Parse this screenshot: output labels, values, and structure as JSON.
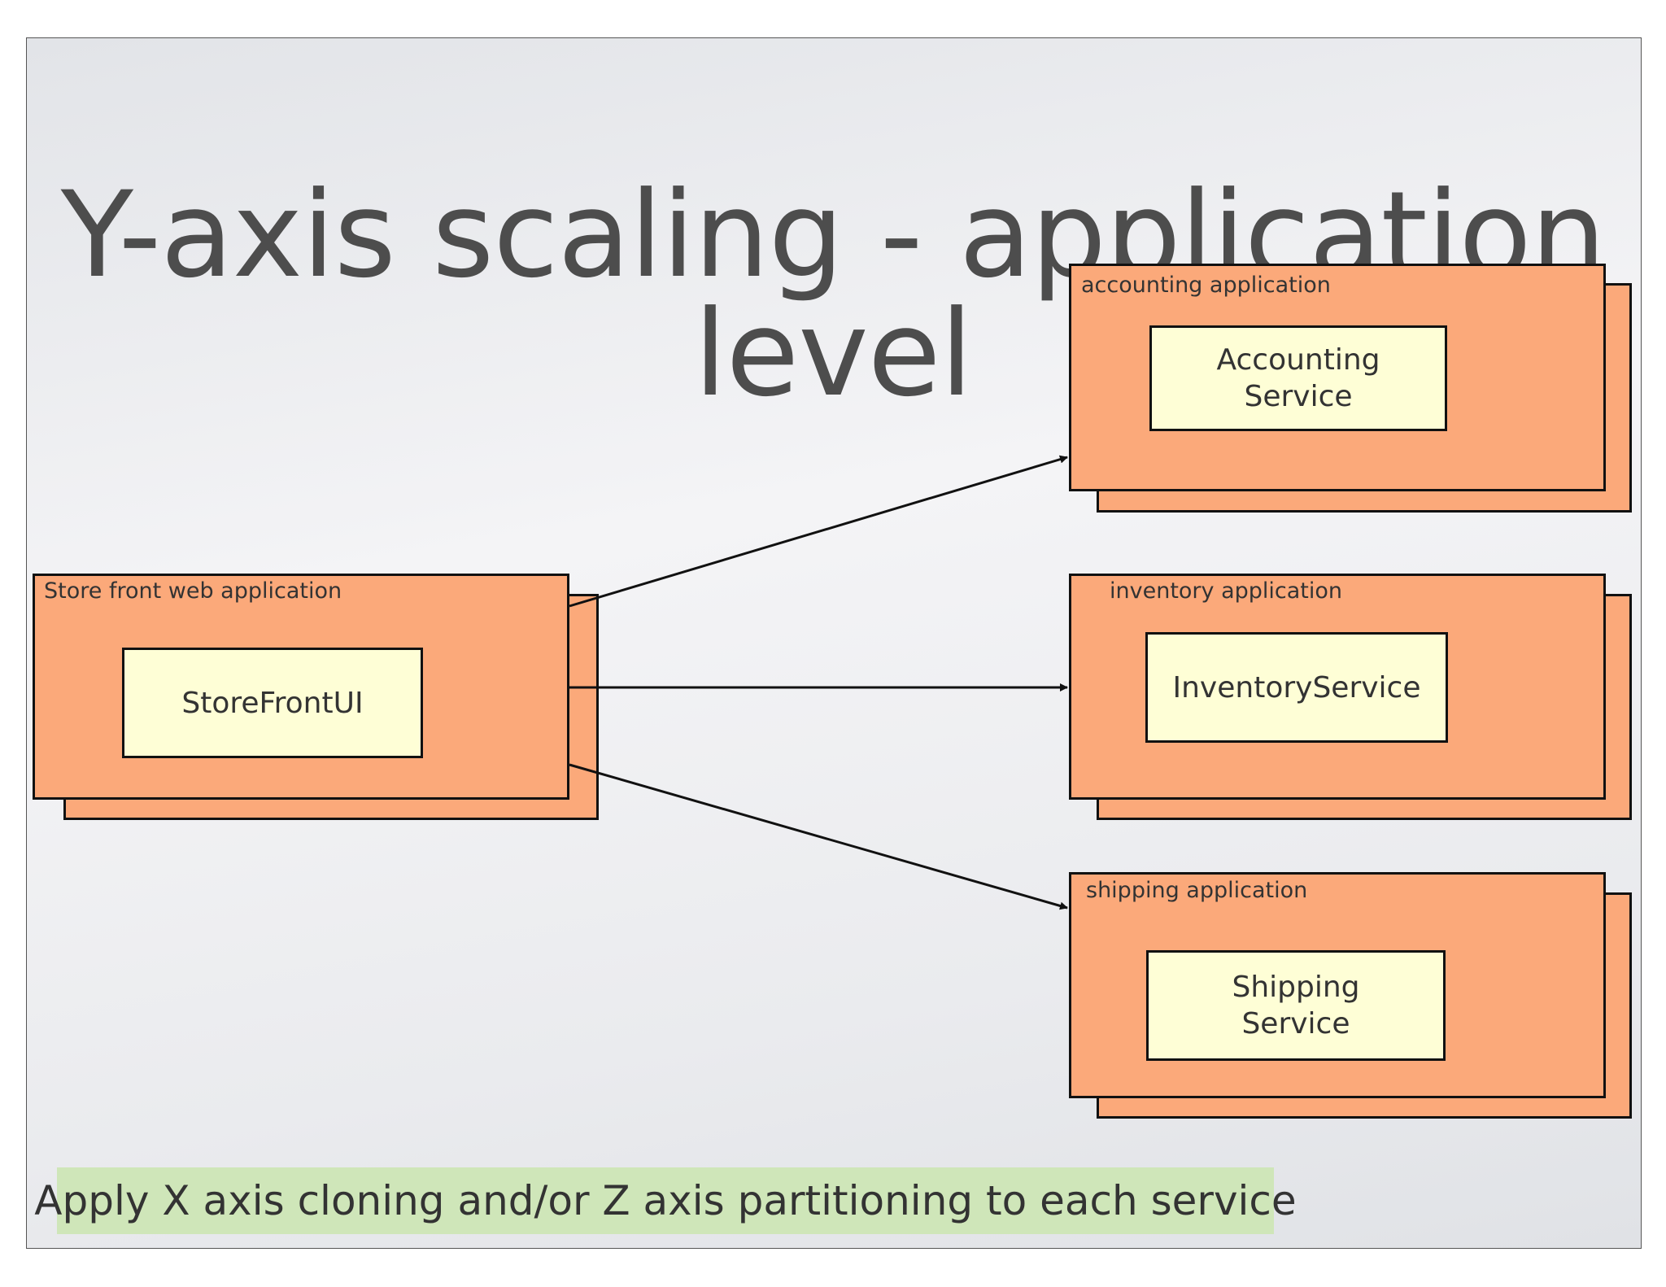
{
  "title": "Y-axis scaling - application level",
  "store_front": {
    "label": "Store front web application",
    "service": "StoreFrontUI"
  },
  "accounting": {
    "label": "accounting application",
    "service": "Accounting\nService"
  },
  "inventory": {
    "label": "inventory application",
    "service": "InventoryService"
  },
  "shipping": {
    "label": "shipping application",
    "service": "Shipping\nService"
  },
  "footer": "Apply X axis cloning and/or Z axis partitioning to each service",
  "colors": {
    "app_box": "#fba97a",
    "service_box": "#fefed6",
    "footer_highlight": "#cfe6b9",
    "title_text": "#4d4d4d"
  }
}
